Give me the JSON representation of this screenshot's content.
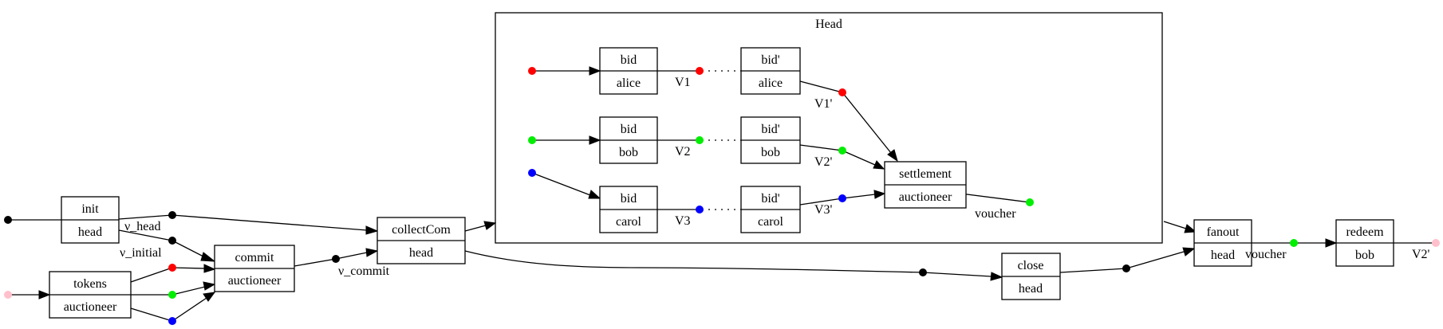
{
  "cluster": {
    "label": "Head"
  },
  "nodes": {
    "init": {
      "top": "init",
      "bottom": "head"
    },
    "tokens": {
      "top": "tokens",
      "bottom": "auctioneer"
    },
    "commit": {
      "top": "commit",
      "bottom": "auctioneer"
    },
    "collectCom": {
      "top": "collectCom",
      "bottom": "head"
    },
    "bid_alice": {
      "top": "bid",
      "bottom": "alice"
    },
    "bid_bob": {
      "top": "bid",
      "bottom": "bob"
    },
    "bid_carol": {
      "top": "bid",
      "bottom": "carol"
    },
    "bidp_alice": {
      "top": "bid'",
      "bottom": "alice"
    },
    "bidp_bob": {
      "top": "bid'",
      "bottom": "bob"
    },
    "bidp_carol": {
      "top": "bid'",
      "bottom": "carol"
    },
    "settlement": {
      "top": "settlement",
      "bottom": "auctioneer"
    },
    "close": {
      "top": "close",
      "bottom": "head"
    },
    "fanout": {
      "top": "fanout",
      "bottom": "head"
    },
    "redeem": {
      "top": "redeem",
      "bottom": "bob"
    }
  },
  "labels": {
    "v_head": "ν_head",
    "v_initial": "ν_initial",
    "v_commit": "ν_commit",
    "V1": "V1",
    "V2": "V2",
    "V3": "V3",
    "V1p": "V1'",
    "V2p": "V2'",
    "V3p": "V3'",
    "voucher_settle": "voucher",
    "voucher_fanout": "voucher",
    "V2p_out": "V2'"
  },
  "colors": {
    "black": "#000000",
    "red": "#ff0000",
    "green": "#00ee00",
    "blue": "#0000ff",
    "pink": "#ffc0cb"
  }
}
